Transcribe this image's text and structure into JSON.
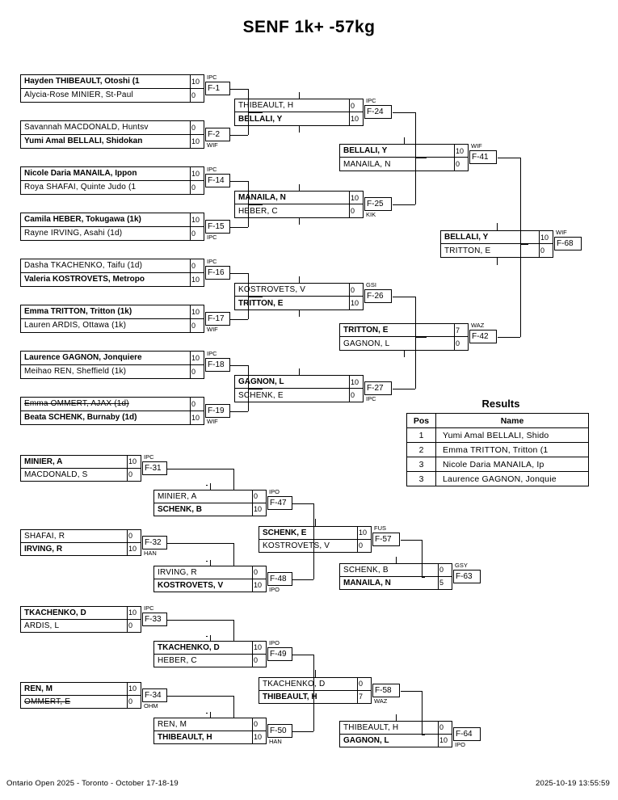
{
  "title": "SENF 1k+ -57kg",
  "footer": {
    "event": "Ontario Open 2025 - Toronto - October 17-18-19",
    "timestamp": "2025-10-19 13:55:59"
  },
  "results": {
    "heading": "Results",
    "columns": [
      "Pos",
      "Name"
    ],
    "rows": [
      {
        "pos": "1",
        "name": "Yumi Amal BELLALI, Shido"
      },
      {
        "pos": "2",
        "name": "Emma TRITTON, Tritton (1"
      },
      {
        "pos": "3",
        "name": "Nicole Daria MANAILA, Ip"
      },
      {
        "pos": "3",
        "name": "Laurence GAGNON, Jonquie"
      }
    ]
  },
  "main_bracket": {
    "round1": [
      {
        "id": "F-1",
        "code": "IPC",
        "top": {
          "name": "Hayden THIBEAULT, Otoshi (1",
          "score": "10",
          "winner": true,
          "struck": false
        },
        "bottom": {
          "name": "Alycia-Rose MINIER, St-Paul",
          "score": "0",
          "winner": false,
          "struck": false
        }
      },
      {
        "id": "F-2",
        "code": "WIF",
        "top": {
          "name": "Savannah MACDONALD, Huntsv",
          "score": "0",
          "winner": false,
          "struck": false
        },
        "bottom": {
          "name": "Yumi Amal BELLALI, Shidokan",
          "score": "10",
          "winner": true,
          "struck": false
        }
      },
      {
        "id": "F-14",
        "code": "IPC",
        "top": {
          "name": "Nicole Daria MANAILA, Ippon",
          "score": "10",
          "winner": true,
          "struck": false
        },
        "bottom": {
          "name": "Roya SHAFAI, Quinte Judo (1",
          "score": "0",
          "winner": false,
          "struck": false
        }
      },
      {
        "id": "F-15",
        "code": "IPC",
        "top": {
          "name": "Camila HEBER, Tokugawa (1k)",
          "score": "10",
          "winner": true,
          "struck": false
        },
        "bottom": {
          "name": "Rayne IRVING, Asahi (1d)",
          "score": "0",
          "winner": false,
          "struck": false
        }
      },
      {
        "id": "F-16",
        "code": "IPC",
        "top": {
          "name": "Dasha TKACHENKO, Taifu (1d)",
          "score": "0",
          "winner": false,
          "struck": false
        },
        "bottom": {
          "name": "Valeria KOSTROVETS, Metropo",
          "score": "10",
          "winner": true,
          "struck": false
        }
      },
      {
        "id": "F-17",
        "code": "WIF",
        "top": {
          "name": "Emma TRITTON, Tritton (1k)",
          "score": "10",
          "winner": true,
          "struck": false
        },
        "bottom": {
          "name": "Lauren ARDIS, Ottawa (1k)",
          "score": "0",
          "winner": false,
          "struck": false
        }
      },
      {
        "id": "F-18",
        "code": "IPC",
        "top": {
          "name": "Laurence GAGNON, Jonquiere",
          "score": "10",
          "winner": true,
          "struck": false
        },
        "bottom": {
          "name": "Meihao REN, Sheffield (1k)",
          "score": "0",
          "winner": false,
          "struck": false
        }
      },
      {
        "id": "F-19",
        "code": "WIF",
        "top": {
          "name": "Emma OMMERT, AJAX (1d)",
          "score": "0",
          "winner": false,
          "struck": true
        },
        "bottom": {
          "name": "Beata SCHENK, Burnaby (1d)",
          "score": "10",
          "winner": true,
          "struck": false
        }
      }
    ],
    "round2": [
      {
        "id": "F-24",
        "code": "IPC",
        "top": {
          "name": "THIBEAULT, H",
          "score": "0",
          "winner": false,
          "struck": false
        },
        "bottom": {
          "name": "BELLALI, Y",
          "score": "10",
          "winner": true,
          "struck": false
        }
      },
      {
        "id": "F-25",
        "code": "KIK",
        "top": {
          "name": "MANAILA, N",
          "score": "10",
          "winner": true,
          "struck": false
        },
        "bottom": {
          "name": "HEBER, C",
          "score": "0",
          "winner": false,
          "struck": false
        }
      },
      {
        "id": "F-26",
        "code": "GSI",
        "top": {
          "name": "KOSTROVETS, V",
          "score": "0",
          "winner": false,
          "struck": false
        },
        "bottom": {
          "name": "TRITTON, E",
          "score": "10",
          "winner": true,
          "struck": false
        }
      },
      {
        "id": "F-27",
        "code": "IPC",
        "top": {
          "name": "GAGNON, L",
          "score": "10",
          "winner": true,
          "struck": false
        },
        "bottom": {
          "name": "SCHENK, E",
          "score": "0",
          "winner": false,
          "struck": false
        }
      }
    ],
    "semifinals": [
      {
        "id": "F-41",
        "code": "WIF",
        "top": {
          "name": "BELLALI, Y",
          "score": "10",
          "winner": true,
          "struck": false
        },
        "bottom": {
          "name": "MANAILA, N",
          "score": "0",
          "winner": false,
          "struck": false
        }
      },
      {
        "id": "F-42",
        "code": "WAZ",
        "top": {
          "name": "TRITTON, E",
          "score": "7",
          "winner": true,
          "struck": false
        },
        "bottom": {
          "name": "GAGNON, L",
          "score": "0",
          "winner": false,
          "struck": false
        }
      }
    ],
    "final": {
      "id": "F-68",
      "code": "WIF",
      "top": {
        "name": "BELLALI, Y",
        "score": "10",
        "winner": true,
        "struck": false
      },
      "bottom": {
        "name": "TRITTON, E",
        "score": "0",
        "winner": false,
        "struck": false
      }
    }
  },
  "repechage": {
    "round1": [
      {
        "id": "F-31",
        "code": "IPC",
        "top": {
          "name": "MINIER, A",
          "score": "10",
          "winner": true,
          "struck": false
        },
        "bottom": {
          "name": "MACDONALD, S",
          "score": "0",
          "winner": false,
          "struck": false
        }
      },
      {
        "id": "F-32",
        "code": "HAN",
        "top": {
          "name": "SHAFAI, R",
          "score": "0",
          "winner": false,
          "struck": false
        },
        "bottom": {
          "name": "IRVING, R",
          "score": "10",
          "winner": true,
          "struck": false
        }
      },
      {
        "id": "F-33",
        "code": "IPC",
        "top": {
          "name": "TKACHENKO, D",
          "score": "10",
          "winner": true,
          "struck": false
        },
        "bottom": {
          "name": "ARDIS, L",
          "score": "0",
          "winner": false,
          "struck": false
        }
      },
      {
        "id": "F-34",
        "code": "OHM",
        "top": {
          "name": "REN, M",
          "score": "10",
          "winner": true,
          "struck": false
        },
        "bottom": {
          "name": "OMMERT, E",
          "score": "0",
          "winner": false,
          "struck": true
        }
      }
    ],
    "round2": [
      {
        "id": "F-47",
        "code": "IPO",
        "top": {
          "name": "MINIER, A",
          "score": "0",
          "winner": false,
          "struck": false
        },
        "bottom": {
          "name": "SCHENK, B",
          "score": "10",
          "winner": true,
          "struck": false
        }
      },
      {
        "id": "F-48",
        "code": "IPO",
        "top": {
          "name": "IRVING, R",
          "score": "0",
          "winner": false,
          "struck": false
        },
        "bottom": {
          "name": "KOSTROVETS, V",
          "score": "10",
          "winner": true,
          "struck": false
        }
      },
      {
        "id": "F-49",
        "code": "IPO",
        "top": {
          "name": "TKACHENKO, D",
          "score": "10",
          "winner": true,
          "struck": false
        },
        "bottom": {
          "name": "HEBER, C",
          "score": "0",
          "winner": false,
          "struck": false
        }
      },
      {
        "id": "F-50",
        "code": "HAN",
        "top": {
          "name": "REN, M",
          "score": "0",
          "winner": false,
          "struck": false
        },
        "bottom": {
          "name": "THIBEAULT, H",
          "score": "10",
          "winner": true,
          "struck": false
        }
      }
    ],
    "round3": [
      {
        "id": "F-57",
        "code": "FUS",
        "top": {
          "name": "SCHENK, E",
          "score": "10",
          "winner": true,
          "struck": false
        },
        "bottom": {
          "name": "KOSTROVETS, V",
          "score": "0",
          "winner": false,
          "struck": false
        }
      },
      {
        "id": "F-58",
        "code": "WAZ",
        "top": {
          "name": "TKACHENKO, D",
          "score": "0",
          "winner": false,
          "struck": false
        },
        "bottom": {
          "name": "THIBEAULT, H",
          "score": "7",
          "winner": true,
          "struck": false
        }
      }
    ],
    "bronze": [
      {
        "id": "F-63",
        "code": "GSY",
        "top": {
          "name": "SCHENK, B",
          "score": "0",
          "winner": false,
          "struck": false
        },
        "bottom": {
          "name": "MANAILA, N",
          "score": "5",
          "winner": true,
          "struck": false
        }
      },
      {
        "id": "F-64",
        "code": "IPO",
        "top": {
          "name": "THIBEAULT, H",
          "score": "0",
          "winner": false,
          "struck": false
        },
        "bottom": {
          "name": "GAGNON, L",
          "score": "10",
          "winner": true,
          "struck": false
        }
      }
    ]
  },
  "feed_boxes": {
    "main_sf1": {
      "top": "BELLALI, Y",
      "bottom": "MANAILA, N"
    },
    "main_final": {
      "top": "BELLALI, Y",
      "bottom": "TRITTON, E"
    },
    "main_sf2": {
      "top": "TRITTON, E",
      "bottom": "GAGNON, L"
    },
    "rep_a": {
      "top": "MINIER, A",
      "bottom": "SCHENK, B"
    },
    "rep_b": {
      "top": "IRVING, R",
      "bottom": "KOSTROVETS, V"
    },
    "rep_c": {
      "top": "SCHENK, E",
      "bottom": "KOSTROVETS, V"
    },
    "rep_d": {
      "top": "TKACHENKO, D",
      "bottom": "HEBER, C"
    },
    "rep_e": {
      "top": "REN, M",
      "bottom": "THIBEAULT, H"
    },
    "rep_f": {
      "top": "TKACHENKO, D",
      "bottom": "THIBEAULT, H"
    },
    "rep_g": {
      "top": "SCHENK, B",
      "bottom": "MANAILA, N"
    },
    "rep_h": {
      "top": "THIBEAULT, H",
      "bottom": "GAGNON, L"
    }
  }
}
